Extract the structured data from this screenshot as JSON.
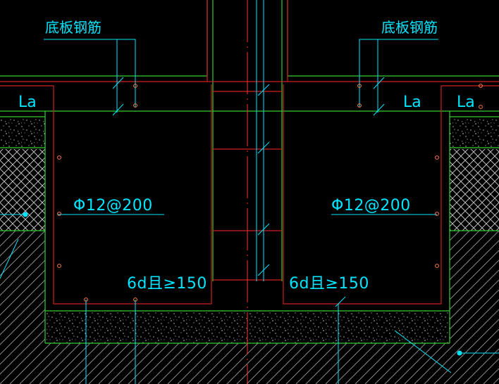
{
  "drawing": {
    "colors": {
      "background": "#000000",
      "outline": "#33cc33",
      "rebar": "#cc2222",
      "leader": "#00e5ff",
      "centerline": "#ff3333",
      "hatch": "#bbbbbb",
      "bar_dot": "#ff7a4a"
    },
    "labels": {
      "bottom_rebar_left": "底板钢筋",
      "bottom_rebar_right": "底板钢筋",
      "anchor_la_1": "La",
      "anchor_la_2": "La",
      "anchor_la_3": "La",
      "rebar_spec_left": "Φ12@200",
      "rebar_spec_right": "Φ12@200",
      "lap_rule_left": "6d且≥150",
      "lap_rule_right": "6d且≥150"
    }
  }
}
